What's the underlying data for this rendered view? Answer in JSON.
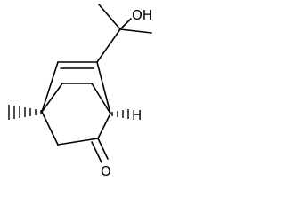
{
  "molecule": {
    "labels": {
      "hydroxyl": "OH",
      "carbonyl_oxygen": "O",
      "bridgehead_hydrogen": "H"
    },
    "colors": {
      "bond": "#000000",
      "background": "#ffffff"
    }
  }
}
